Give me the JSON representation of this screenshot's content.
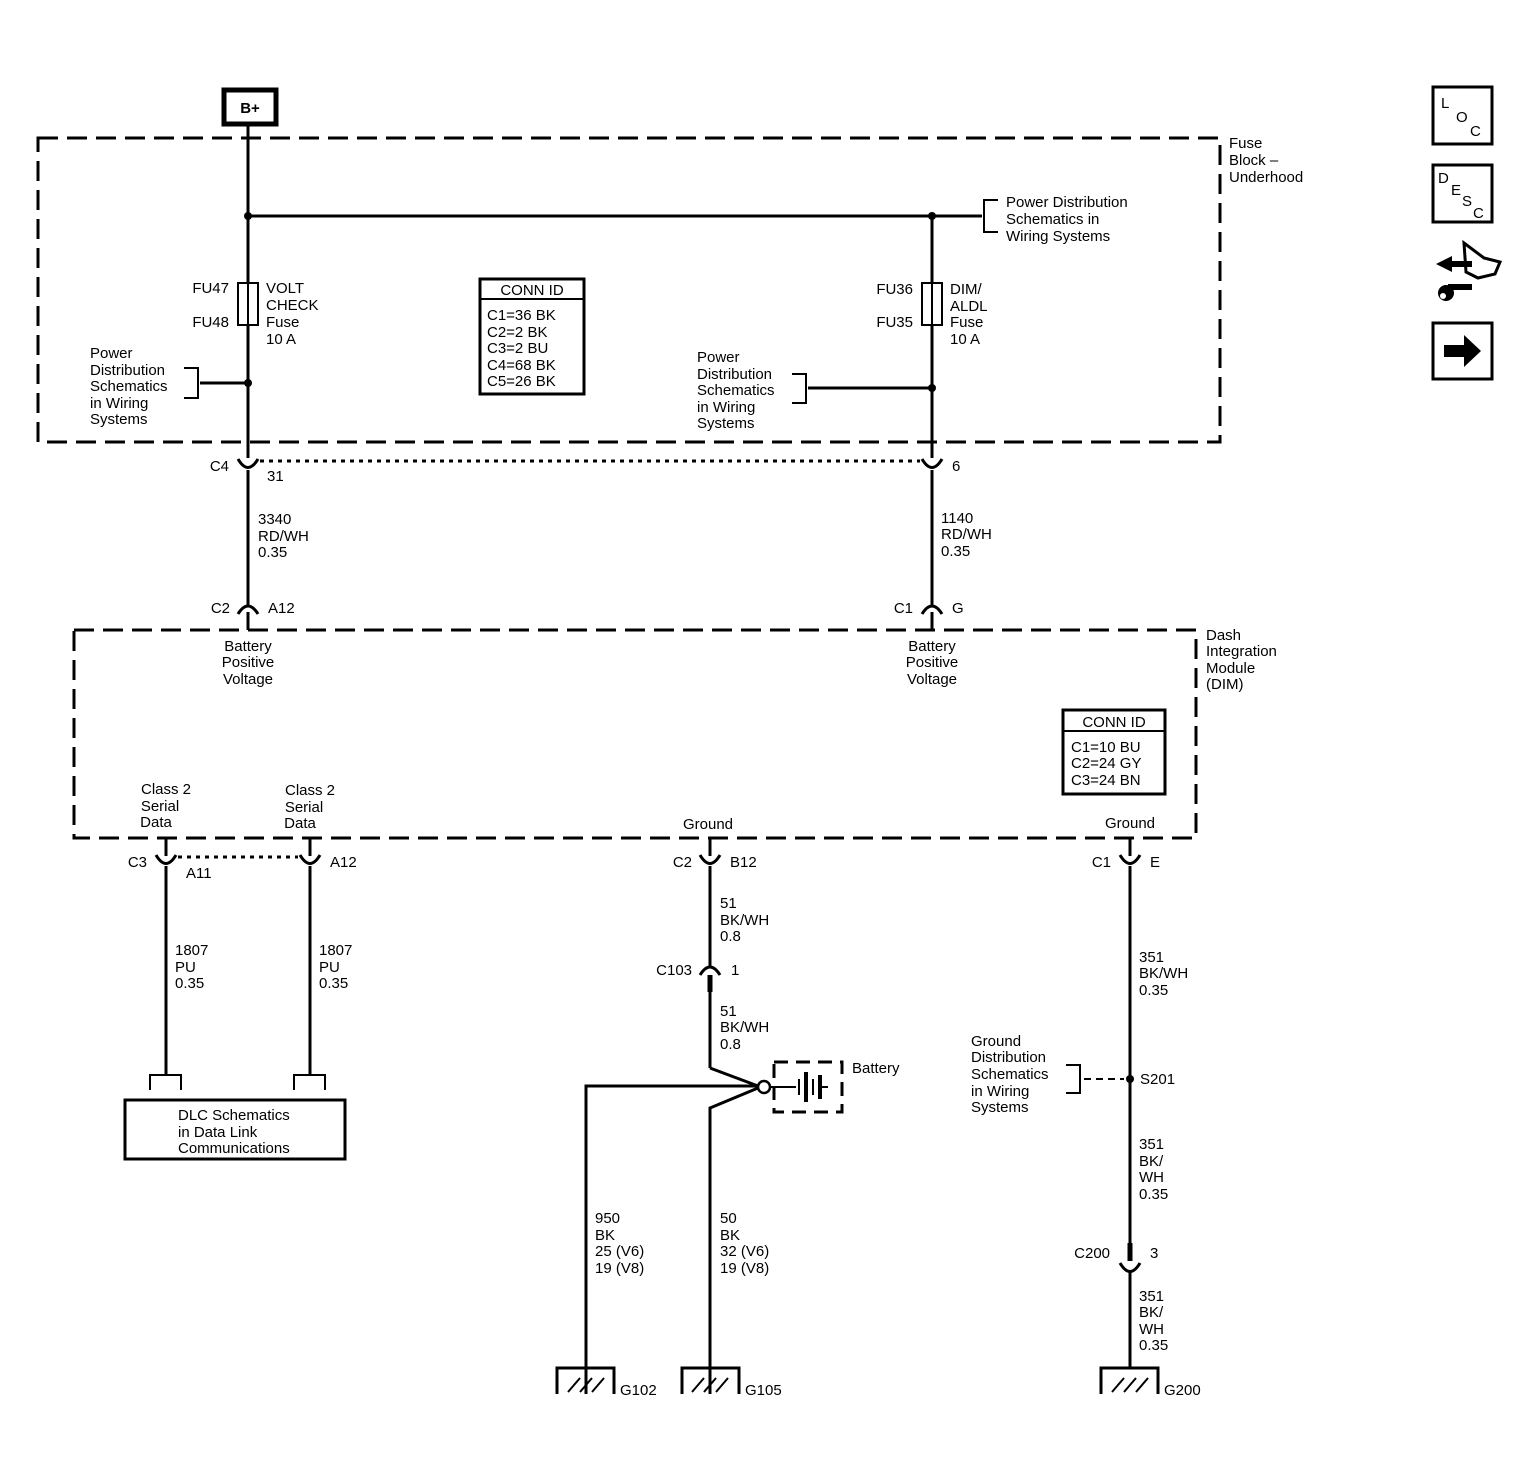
{
  "supply": {
    "label": "B+"
  },
  "fuse_block": {
    "label_lines": [
      "Fuse",
      "Block –",
      "Underhood"
    ],
    "conn_id": {
      "title": "CONN ID",
      "rows": [
        "C1=36 BK",
        "C2=2 BK",
        "C3=2 BU",
        "C4=68 BK",
        "C5=26 BK"
      ]
    },
    "fuse_left": {
      "top_terminal": "FU47",
      "bottom_terminal": "FU48",
      "name_lines": [
        "VOLT",
        "CHECK",
        "Fuse",
        "10 A"
      ]
    },
    "fuse_right": {
      "top_terminal": "FU36",
      "bottom_terminal": "FU35",
      "name_lines": [
        "DIM/",
        "ALDL",
        "Fuse",
        "10 A"
      ]
    },
    "ref_top_right": [
      "Power Distribution",
      "Schematics in",
      "Wiring Systems"
    ],
    "ref_left": [
      "Power",
      "Distribution",
      "Schematics",
      "in Wiring",
      "Systems"
    ],
    "ref_middle": [
      "Power",
      "Distribution",
      "Schematics",
      "in Wiring",
      "Systems"
    ]
  },
  "connectors_top": {
    "left": {
      "connector": "C4",
      "pin": "31"
    },
    "right": {
      "pin": "6"
    }
  },
  "wires_top": {
    "left": [
      "3340",
      "RD/WH",
      "0.35"
    ],
    "right": [
      "1140",
      "RD/WH",
      "0.35"
    ]
  },
  "dim_connectors_top": {
    "left": {
      "connector": "C2",
      "pin": "A12"
    },
    "right": {
      "connector": "C1",
      "pin": "G"
    }
  },
  "dim": {
    "label_lines": [
      "Dash",
      "Integration",
      "Module",
      "(DIM)"
    ],
    "conn_id": {
      "title": "CONN ID",
      "rows": [
        "C1=10 BU",
        "C2=24 GY",
        "C3=24 BN"
      ]
    },
    "pin_labels": {
      "battery_left": [
        "Battery",
        "Positive",
        "Voltage"
      ],
      "battery_right": [
        "Battery",
        "Positive",
        "Voltage"
      ],
      "serial1": [
        "Class 2",
        "Serial",
        "Data"
      ],
      "serial2": [
        "Class 2",
        "Serial",
        "Data"
      ],
      "ground1": "Ground",
      "ground2": "Ground"
    }
  },
  "dim_connectors_bottom": {
    "serial1": {
      "connector": "C3",
      "pin": "A11"
    },
    "serial2": {
      "pin": "A12"
    },
    "ground1": {
      "connector": "C2",
      "pin": "B12"
    },
    "ground2": {
      "connector": "C1",
      "pin": "E"
    }
  },
  "wires_bottom": {
    "serial1": [
      "1807",
      "PU",
      "0.35"
    ],
    "serial2": [
      "1807",
      "PU",
      "0.35"
    ],
    "ground1_upper": [
      "51",
      "BK/WH",
      "0.8"
    ],
    "ground1_lower": [
      "51",
      "BK/WH",
      "0.8"
    ],
    "ground2_upper": [
      "351",
      "BK/WH",
      "0.35"
    ],
    "ground2_mid": [
      "351",
      "BK/",
      "WH",
      "0.35"
    ],
    "ground2_lower": [
      "351",
      "BK/",
      "WH",
      "0.35"
    ],
    "battery_ground_left": [
      "950",
      "BK",
      "25 (V6)",
      "19 (V8)"
    ],
    "battery_ground_right": [
      "50",
      "BK",
      "32 (V6)",
      "19 (V8)"
    ]
  },
  "inline": {
    "c103": {
      "connector": "C103",
      "pin": "1"
    },
    "c200": {
      "connector": "C200",
      "pin": "3"
    },
    "splice": "S201"
  },
  "battery": {
    "label": "Battery"
  },
  "dlc": {
    "lines": [
      "DLC Schematics",
      "in Data Link",
      "Communications"
    ]
  },
  "ground_ref": [
    "Ground",
    "Distribution",
    "Schematics",
    "in Wiring",
    "Systems"
  ],
  "grounds": [
    "G102",
    "G105",
    "G200"
  ],
  "nav_icons": [
    {
      "icon": "loc-icon",
      "letters": [
        "L",
        "O",
        "C"
      ]
    },
    {
      "icon": "desc-icon",
      "letters": [
        "D",
        "E",
        "S",
        "C"
      ]
    },
    {
      "icon": "connector-wrench-icon"
    },
    {
      "icon": "arrow-right-icon"
    }
  ]
}
